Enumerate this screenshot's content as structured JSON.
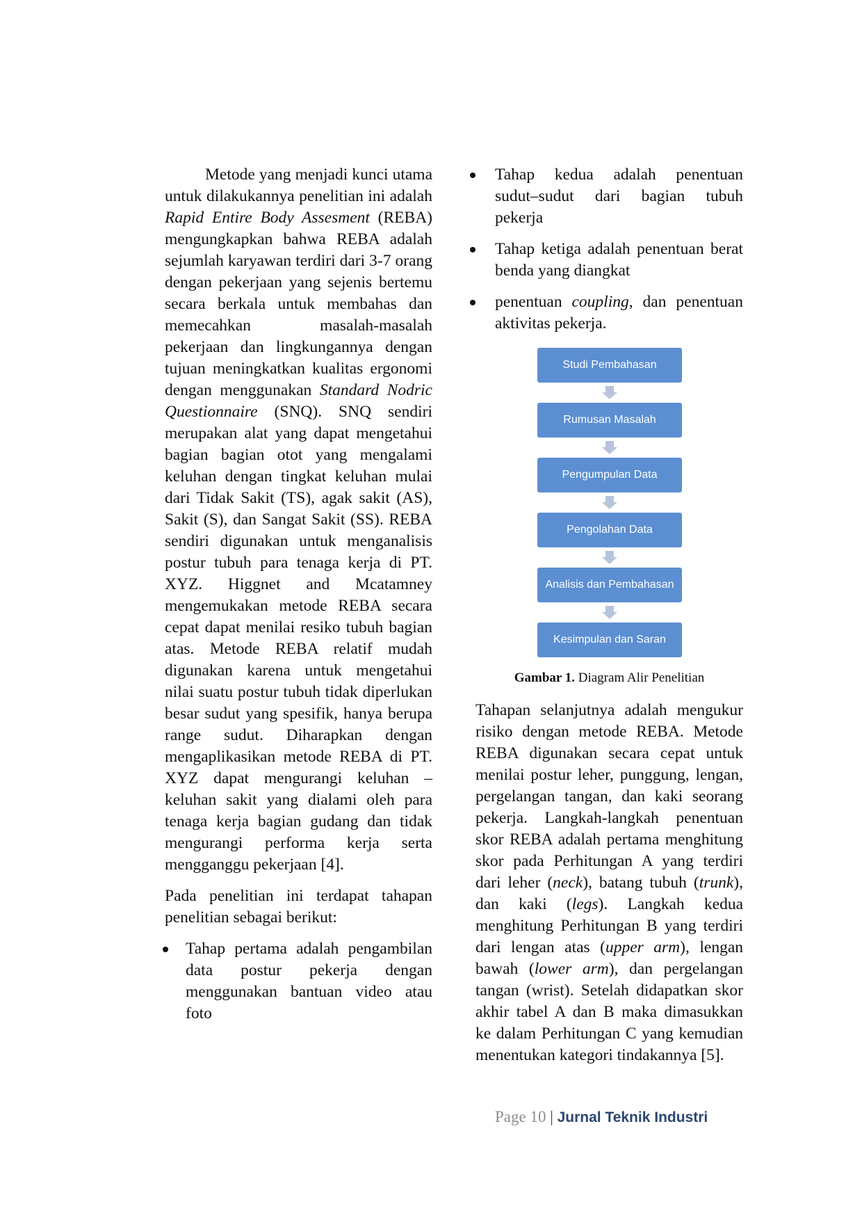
{
  "left_column": {
    "para1": [
      {
        "t": "Metode yang menjadi kunci utama untuk dilakukannya penelitian ini adalah "
      },
      {
        "t": "Rapid Entire Body Assesment",
        "i": true
      },
      {
        "t": " (REBA) mengungkapkan bahwa REBA adalah sejumlah karyawan terdiri dari 3-7 orang dengan pekerjaan yang sejenis bertemu secara berkala untuk membahas dan memecahkan masalah-masalah pekerjaan dan lingkungannya dengan tujuan meningkatkan kualitas ergonomi dengan menggunakan "
      },
      {
        "t": "Standard Nodric Questionnaire",
        "i": true
      },
      {
        "t": " (SNQ). SNQ sendiri merupakan alat yang dapat mengetahui bagian bagian otot yang mengalami keluhan dengan tingkat keluhan mulai dari Tidak Sakit (TS), agak sakit (AS), Sakit (S), dan Sangat Sakit (SS). REBA sendiri digunakan untuk menganalisis postur tubuh para tenaga kerja di PT. XYZ. Higgnet and Mcatamney mengemukakan metode REBA secara cepat dapat menilai resiko tubuh bagian atas. Metode REBA relatif mudah digunakan karena untuk mengetahui nilai suatu postur tubuh tidak diperlukan besar sudut yang spesifik, hanya berupa range sudut. Diharapkan dengan mengaplikasikan metode REBA di PT. XYZ dapat mengurangi keluhan – keluhan sakit yang dialami oleh para tenaga kerja bagian gudang dan tidak mengurangi performa kerja serta mengganggu pekerjaan [4]."
      }
    ],
    "para2": "Pada penelitian ini terdapat tahapan penelitian sebagai berikut:",
    "bullets": [
      "Tahap pertama adalah pengambilan data postur pekerja dengan menggunakan bantuan video atau foto"
    ]
  },
  "right_column": {
    "bullets": [
      [
        {
          "t": "Tahap kedua adalah penentuan sudut–sudut dari bagian tubuh pekerja"
        }
      ],
      [
        {
          "t": "Tahap ketiga adalah penentuan berat benda yang diangkat"
        }
      ],
      [
        {
          "t": "penentuan "
        },
        {
          "t": "coupling",
          "i": true
        },
        {
          "t": ", dan penentuan aktivitas pekerja."
        }
      ]
    ],
    "para": [
      {
        "t": "Tahapan selanjutnya adalah mengukur risiko dengan metode REBA. Metode REBA digunakan secara cepat untuk menilai postur leher, punggung, lengan, pergelangan tangan, dan kaki seorang pekerja. Langkah-langkah penentuan skor REBA adalah pertama menghitung skor pada Perhitungan A yang terdiri dari leher ("
      },
      {
        "t": "neck",
        "i": true
      },
      {
        "t": "), batang tubuh ("
      },
      {
        "t": "trunk",
        "i": true
      },
      {
        "t": "), dan kaki ("
      },
      {
        "t": "legs",
        "i": true
      },
      {
        "t": "). Langkah kedua menghitung Perhitungan B yang terdiri dari lengan atas ("
      },
      {
        "t": "upper arm",
        "i": true
      },
      {
        "t": "), lengan bawah ("
      },
      {
        "t": "lower arm",
        "i": true
      },
      {
        "t": "), dan pergelangan tangan (wrist). Setelah didapatkan skor akhir tabel A dan B maka dimasukkan ke dalam Perhitungan C yang kemudian menentukan kategori tindakannya [5]."
      }
    ]
  },
  "diagram": {
    "steps": [
      "Studi Pembahasan",
      "Rumusan Masalah",
      "Pengumpulan Data",
      "Pengolahan Data",
      "Analisis dan Pembahasan",
      "Kesimpulan dan Saran"
    ],
    "box_color": "#5b8fd2",
    "arrow_color": "#b7c4dc"
  },
  "caption": {
    "label": "Gambar 1.",
    "text": " Diagram Alir Penelitian"
  },
  "footer": {
    "page": "Page 10",
    "separator": "|",
    "journal": "Jurnal Teknik Industri"
  }
}
